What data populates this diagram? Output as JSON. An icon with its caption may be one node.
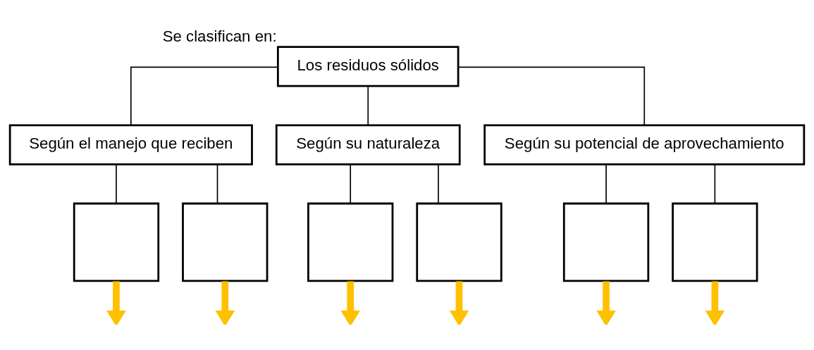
{
  "diagram": {
    "nodes": [
      {
        "text": [
          "Los residuos sólidos"
        ],
        "beside": [
          "Se clasifican en:"
        ]
      },
      {
        "text": [
          "Según el manejo que reciben"
        ]
      },
      {
        "text": [
          "Según su naturaleza"
        ]
      },
      {
        "text": [
          "Según su potencial de aprovechamiento"
        ]
      },
      {
        "text": [],
        "shape": "box"
      },
      {
        "text": [],
        "shape": "box"
      },
      {
        "text": [],
        "shape": "box"
      },
      {
        "text": [],
        "shape": "box"
      },
      {
        "text": [],
        "shape": "box"
      },
      {
        "text": [],
        "shape": "box"
      }
    ],
    "edges": [
      {
        "from": 0,
        "to": 1,
        "arrow": "none"
      },
      {
        "from": 0,
        "to": 2,
        "arrow": "none"
      },
      {
        "from": 0,
        "to": 3,
        "arrow": "none"
      },
      {
        "from": 1,
        "to": 4,
        "arrow": "none"
      },
      {
        "from": 1,
        "to": 5,
        "arrow": "none"
      },
      {
        "from": 2,
        "to": 6,
        "arrow": "none"
      },
      {
        "from": 2,
        "to": 7,
        "arrow": "none"
      },
      {
        "from": 3,
        "to": 8,
        "arrow": "none"
      },
      {
        "from": 3,
        "to": 9,
        "arrow": "none"
      },
      {
        "from": 4,
        "to": null,
        "arrow": "to",
        "style": "thick",
        "color": "#ffc000"
      },
      {
        "from": 5,
        "to": null,
        "arrow": "to",
        "style": "thick",
        "color": "#ffc000"
      },
      {
        "from": 6,
        "to": null,
        "arrow": "to",
        "style": "thick",
        "color": "#ffc000"
      },
      {
        "from": 7,
        "to": null,
        "arrow": "to",
        "style": "thick",
        "color": "#ffc000"
      },
      {
        "from": 8,
        "to": null,
        "arrow": "to",
        "style": "thick",
        "color": "#ffc000"
      },
      {
        "from": 9,
        "to": null,
        "arrow": "to",
        "style": "thick",
        "color": "#ffc000"
      }
    ]
  }
}
